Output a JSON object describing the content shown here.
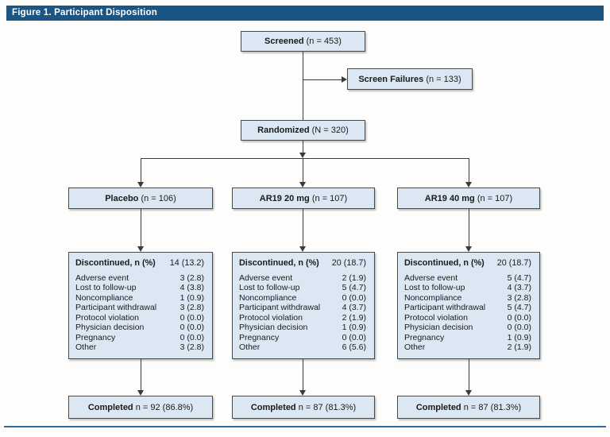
{
  "figure": {
    "title": "Figure 1. Participant Disposition"
  },
  "flow": {
    "screened": {
      "label": "Screened",
      "value": "(n = 453)"
    },
    "screen_failures": {
      "label": "Screen Failures",
      "value": "(n = 133)"
    },
    "randomized": {
      "label": "Randomized",
      "value": "(N = 320)"
    },
    "arms": [
      {
        "name": "Placebo",
        "n": "(n = 106)",
        "discontinued_label": "Discontinued, n (%)",
        "discontinued_value": "14 (13.2)",
        "reasons": [
          {
            "label": "Adverse event",
            "value": "3 (2.8)"
          },
          {
            "label": "Lost to follow-up",
            "value": "4 (3.8)"
          },
          {
            "label": "Noncompliance",
            "value": "1 (0.9)"
          },
          {
            "label": "Participant withdrawal",
            "value": "3 (2.8)"
          },
          {
            "label": "Protocol violation",
            "value": "0 (0.0)"
          },
          {
            "label": "Physician decision",
            "value": "0 (0.0)"
          },
          {
            "label": "Pregnancy",
            "value": "0 (0.0)"
          },
          {
            "label": "Other",
            "value": "3 (2.8)"
          }
        ],
        "completed_label": "Completed",
        "completed_value": "n = 92 (86.8%)"
      },
      {
        "name": "AR19 20 mg",
        "n": "(n = 107)",
        "discontinued_label": "Discontinued, n (%)",
        "discontinued_value": "20 (18.7)",
        "reasons": [
          {
            "label": "Adverse event",
            "value": "2 (1.9)"
          },
          {
            "label": "Lost to follow-up",
            "value": "5 (4.7)"
          },
          {
            "label": "Noncompliance",
            "value": "0 (0.0)"
          },
          {
            "label": "Participant withdrawal",
            "value": "4 (3.7)"
          },
          {
            "label": "Protocol violation",
            "value": "2 (1.9)"
          },
          {
            "label": "Physician decision",
            "value": "1 (0.9)"
          },
          {
            "label": "Pregnancy",
            "value": "0 (0.0)"
          },
          {
            "label": "Other",
            "value": "6 (5.6)"
          }
        ],
        "completed_label": "Completed",
        "completed_value": "n = 87 (81.3%)"
      },
      {
        "name": "AR19 40 mg",
        "n": "(n = 107)",
        "discontinued_label": "Discontinued, n (%)",
        "discontinued_value": "20 (18.7)",
        "reasons": [
          {
            "label": "Adverse event",
            "value": "5 (4.7)"
          },
          {
            "label": "Lost to follow-up",
            "value": "4 (3.7)"
          },
          {
            "label": "Noncompliance",
            "value": "3 (2.8)"
          },
          {
            "label": "Participant withdrawal",
            "value": "5 (4.7)"
          },
          {
            "label": "Protocol violation",
            "value": "0 (0.0)"
          },
          {
            "label": "Physician decision",
            "value": "0 (0.0)"
          },
          {
            "label": "Pregnancy",
            "value": "1 (0.9)"
          },
          {
            "label": "Other",
            "value": "2 (1.9)"
          }
        ],
        "completed_label": "Completed",
        "completed_value": "n = 87 (81.3%)"
      }
    ]
  },
  "colors": {
    "page_bg": "#fdfdfb",
    "title_bar_bg": "#1b5584",
    "box_fill": "#dbe8f4",
    "box_border": "#4a4a4a",
    "line": "#3a3a3a",
    "bottom_rule": "#2d6ca3"
  }
}
